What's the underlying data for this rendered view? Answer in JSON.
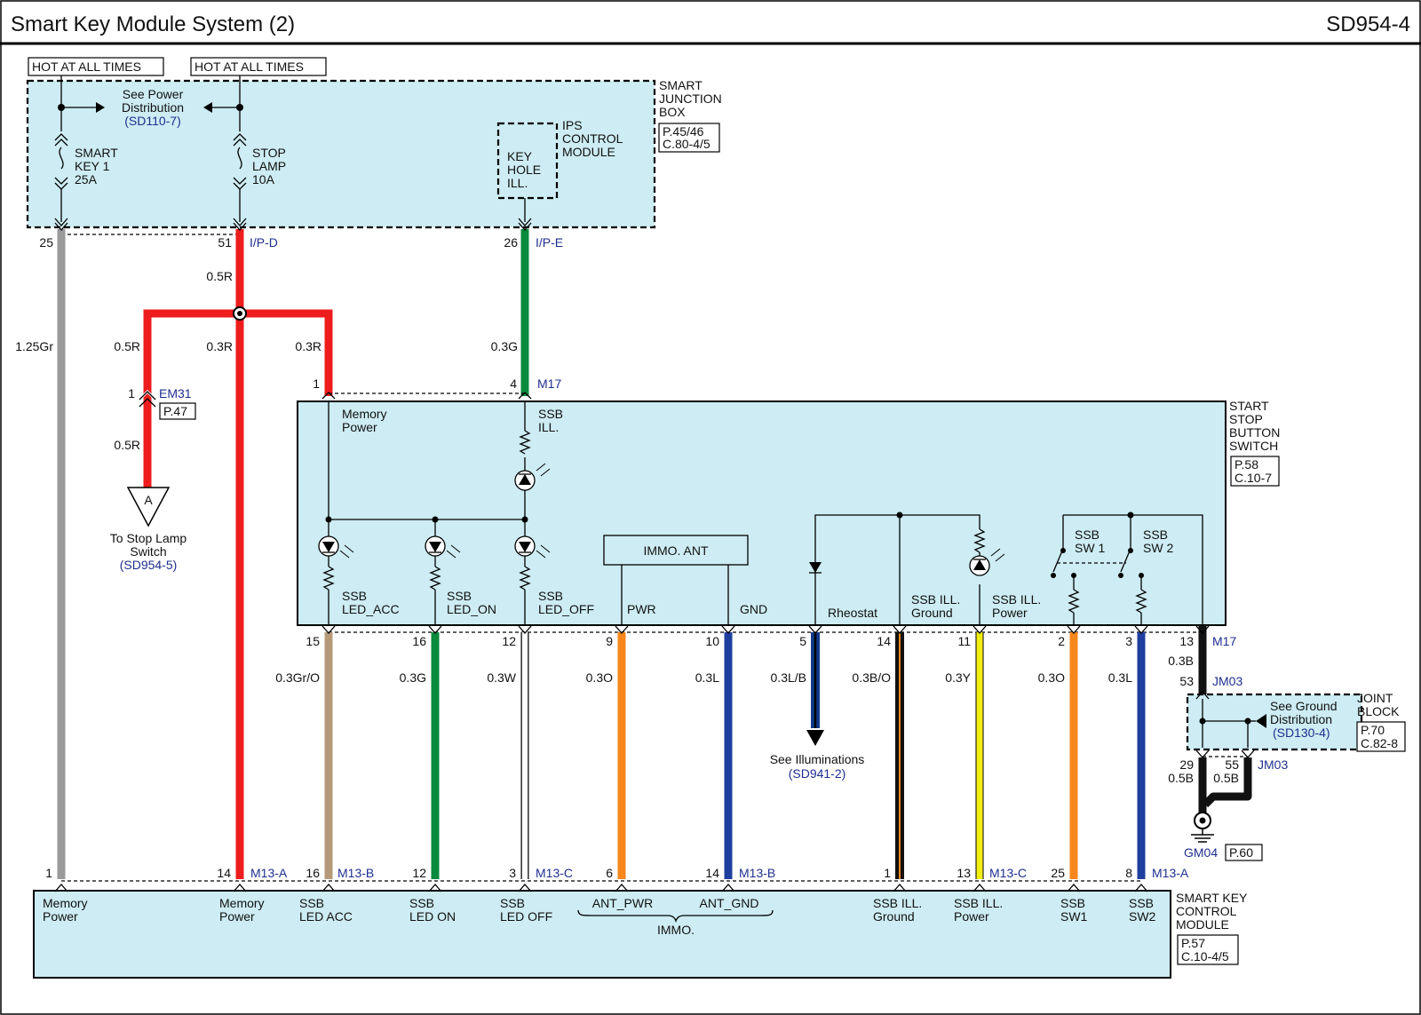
{
  "header": {
    "title": "Smart Key Module System (2)",
    "code": "SD954-4"
  },
  "tags": {
    "hot1": "HOT AT ALL TIMES",
    "hot2": "HOT AT ALL TIMES"
  },
  "junction_box": {
    "label": [
      "SMART",
      "JUNCTION",
      "BOX"
    ],
    "ref": [
      "P.45/46",
      "C.80-4/5"
    ],
    "see_power": [
      "See Power",
      "Distribution"
    ],
    "see_power_link": "(SD110-7)",
    "fuse1": [
      "SMART",
      "KEY 1",
      "25A"
    ],
    "fuse2": [
      "STOP",
      "LAMP",
      "10A"
    ],
    "ips": [
      "IPS",
      "CONTROL",
      "MODULE"
    ],
    "keyhole": [
      "KEY",
      "HOLE",
      "ILL."
    ],
    "pin25": "25",
    "pin51": "51",
    "pin26": "26",
    "conn_ipd": "I/P-D",
    "conn_ipe": "I/P-E"
  },
  "wires": {
    "w_125gr": "1.25Gr",
    "w_05r_a": "0.5R",
    "w_05r_b": "0.5R",
    "w_05r_c": "0.5R",
    "w_03r_a": "0.3R",
    "w_03r_b": "0.3R",
    "w_03g_top": "0.3G",
    "w_03gro": "0.3Gr/O",
    "w_03g": "0.3G",
    "w_03w": "0.3W",
    "w_03o_a": "0.3O",
    "w_03l_a": "0.3L",
    "w_03lb": "0.3L/B",
    "w_03bo": "0.3B/O",
    "w_03y": "0.3Y",
    "w_03o_b": "0.3O",
    "w_03l_b": "0.3L",
    "w_03b": "0.3B",
    "w_05b_a": "0.5B",
    "w_05b_b": "0.5B"
  },
  "em31": {
    "pin": "1",
    "name": "EM31",
    "ref": "P.47"
  },
  "stop_lamp_switch": {
    "letter": "A",
    "text": [
      "To Stop Lamp",
      "Switch"
    ],
    "link": "(SD954-5)"
  },
  "ssb_switch": {
    "label": [
      "START",
      "STOP",
      "BUTTON",
      "SWITCH"
    ],
    "ref": [
      "P.58",
      "C.10-7"
    ],
    "pin_1": "1",
    "pin_4": "4",
    "conn": "M17",
    "memory_power": [
      "Memory",
      "Power"
    ],
    "ssb_ill": [
      "SSB",
      "ILL."
    ],
    "led_acc": [
      "SSB",
      "LED_ACC"
    ],
    "led_on": [
      "SSB",
      "LED_ON"
    ],
    "led_off": [
      "SSB",
      "LED_OFF"
    ],
    "immo_ant": "IMMO. ANT",
    "pwr": "PWR",
    "gnd": "GND",
    "rheostat": "Rheostat",
    "ill_ground": [
      "SSB ILL.",
      "Ground"
    ],
    "ill_power": [
      "SSB ILL.",
      "Power"
    ],
    "sw1": [
      "SSB",
      "SW 1"
    ],
    "sw2": [
      "SSB",
      "SW 2"
    ],
    "bottom_pins": [
      "15",
      "16",
      "12",
      "9",
      "10",
      "5",
      "14",
      "11",
      "2",
      "3",
      "13"
    ],
    "bottom_conn": "M17"
  },
  "illuminations": {
    "text": "See Illuminations",
    "link": "(SD941-2)"
  },
  "joint_block": {
    "label": [
      "JOINT",
      "BLOCK"
    ],
    "ref": [
      "P.70",
      "C.82-8"
    ],
    "see": [
      "See Ground",
      "Distribution"
    ],
    "link": "(SD130-4)",
    "pin53": "53",
    "pin29": "29",
    "pin55": "55",
    "conn_top": "JM03",
    "conn_bot": "JM03"
  },
  "ground": {
    "name": "GM04",
    "ref": "P.60"
  },
  "smart_key_module": {
    "label": [
      "SMART KEY",
      "CONTROL",
      "MODULE"
    ],
    "ref": [
      "P.57",
      "C.10-4/5"
    ],
    "pins": {
      "p1": "1",
      "p14a": "14",
      "p16": "16",
      "p12": "12",
      "p3": "3",
      "p6": "6",
      "p14b": "14",
      "p1b": "1",
      "p13": "13",
      "p25": "25",
      "p8": "8"
    },
    "conns": {
      "m13a_1": "M13-A",
      "m13b_1": "M13-B",
      "m13c_1": "M13-C",
      "m13b_2": "M13-B",
      "m13c_2": "M13-C",
      "m13a_2": "M13-A"
    },
    "memory_power_1": [
      "Memory",
      "Power"
    ],
    "memory_power_2": [
      "Memory",
      "Power"
    ],
    "led_acc": [
      "SSB",
      "LED ACC"
    ],
    "led_on": [
      "SSB",
      "LED ON"
    ],
    "led_off": [
      "SSB",
      "LED OFF"
    ],
    "ant_pwr": "ANT_PWR",
    "ant_gnd": "ANT_GND",
    "immo": "IMMO.",
    "ill_ground": [
      "SSB ILL.",
      "Ground"
    ],
    "ill_power": [
      "SSB ILL.",
      "Power"
    ],
    "sw1": [
      "SSB",
      "SW1"
    ],
    "sw2": [
      "SSB",
      "SW2"
    ]
  },
  "colors": {
    "box_fill": "#cdecf3",
    "red": "#ee1c1c",
    "gray": "#9a9a9a",
    "green": "#0a8a3c",
    "tan": "#b49a78",
    "orange": "#f7861c",
    "blue": "#1f3f9f",
    "navy": "#123a8a",
    "black": "#111111",
    "brown": "#5a3a1a",
    "yellow": "#f2ee10",
    "link": "#1f2f8f"
  }
}
